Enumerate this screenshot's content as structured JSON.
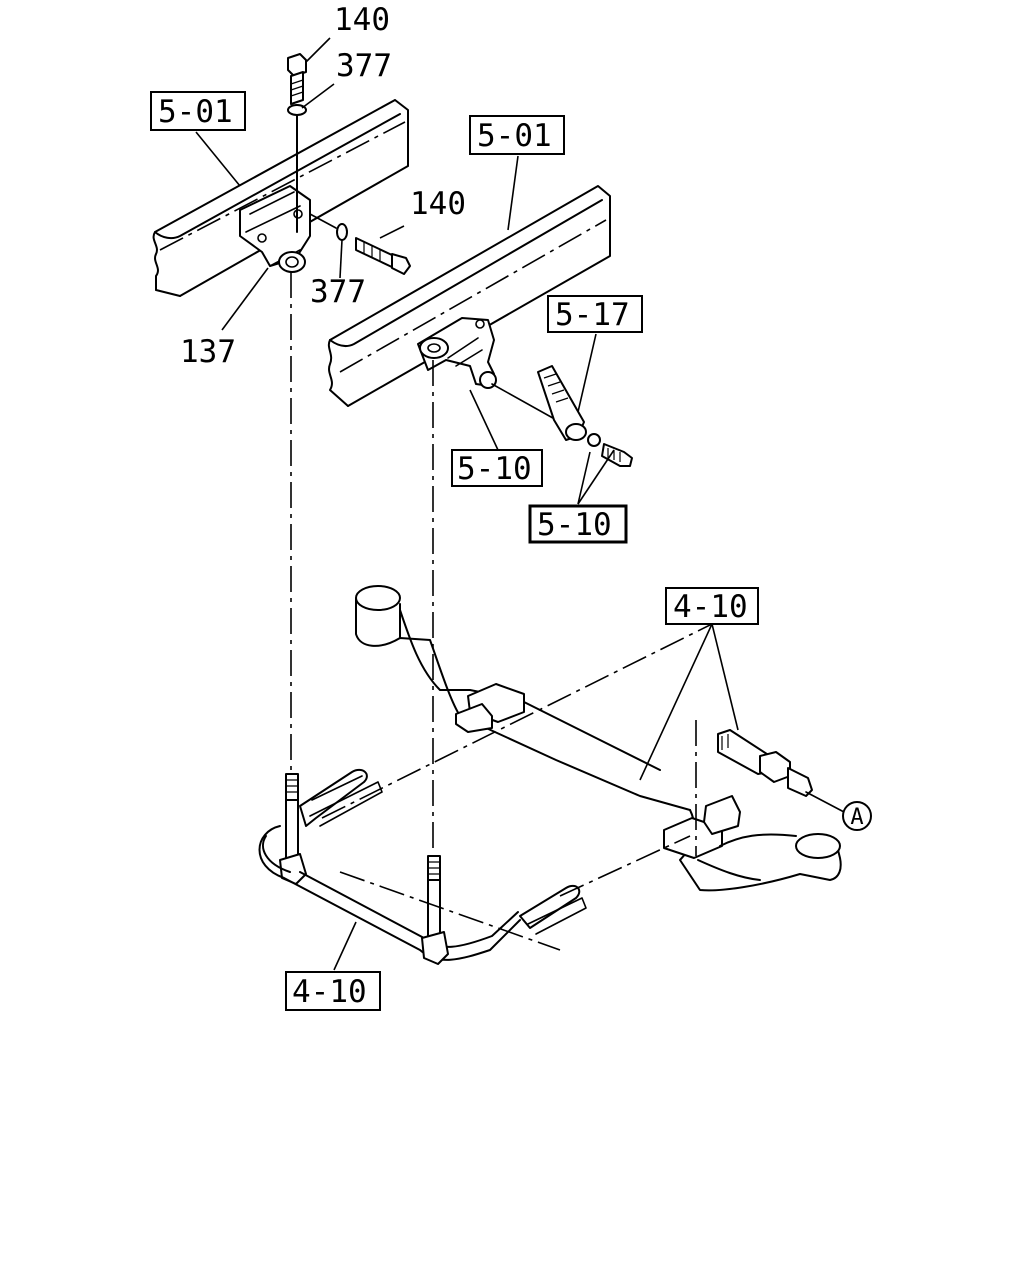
{
  "diagram": {
    "labels": {
      "bolt_top": "140",
      "washer_top": "377",
      "frame_left": "5-01",
      "frame_right": "5-01",
      "bolt_side": "140",
      "washer_side": "377",
      "bracket": "137",
      "bracket_ref": "5-17",
      "shock_ref_1": "5-10",
      "shock_ref_2": "5-10",
      "axle_ref": "4-10",
      "stabilizer_ref": "4-10",
      "circle_a": "A"
    }
  }
}
